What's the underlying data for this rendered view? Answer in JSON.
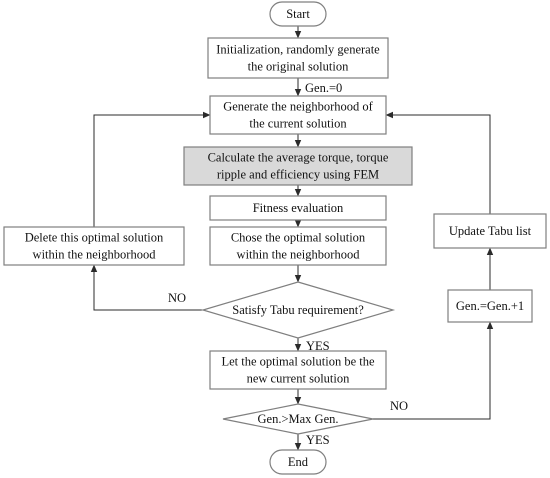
{
  "diagram": {
    "colors": {
      "stroke": "#7f7f7f",
      "arrow": "#2b2b2b",
      "text": "#111111",
      "fill": "#ffffff",
      "highlight_fill": "#d9d9d9"
    },
    "nodes": {
      "start": {
        "shape": "terminal",
        "lines": [
          "Start"
        ]
      },
      "init": {
        "shape": "process",
        "lines": [
          "Initialization, randomly generate",
          "the original solution"
        ]
      },
      "generate": {
        "shape": "process",
        "lines": [
          "Generate the neighborhood of",
          "the current solution"
        ]
      },
      "calculate": {
        "shape": "process",
        "highlight": true,
        "lines": [
          "Calculate the average torque, torque",
          "ripple and efficiency using FEM"
        ]
      },
      "fitness": {
        "shape": "process",
        "lines": [
          "Fitness evaluation"
        ]
      },
      "chose": {
        "shape": "process",
        "lines": [
          "Chose the optimal solution",
          "within the neighborhood"
        ]
      },
      "delete": {
        "shape": "process",
        "lines": [
          "Delete this optimal solution",
          "within the neighborhood"
        ]
      },
      "tabu": {
        "shape": "decision",
        "lines": [
          "Satisfy Tabu requirement?"
        ]
      },
      "let": {
        "shape": "process",
        "lines": [
          "Let the optimal solution be the",
          "new current solution"
        ]
      },
      "maxgen": {
        "shape": "decision",
        "lines": [
          "Gen.>Max Gen."
        ]
      },
      "end": {
        "shape": "terminal",
        "lines": [
          "End"
        ]
      },
      "update": {
        "shape": "process",
        "lines": [
          "Update Tabu list"
        ]
      },
      "increment": {
        "shape": "process",
        "lines": [
          "Gen.=Gen.+1"
        ]
      }
    },
    "labels": {
      "gen0": "Gen.=0",
      "no_tabu": "NO",
      "yes_tabu": "YES",
      "no_max": "NO",
      "yes_max": "YES"
    }
  }
}
